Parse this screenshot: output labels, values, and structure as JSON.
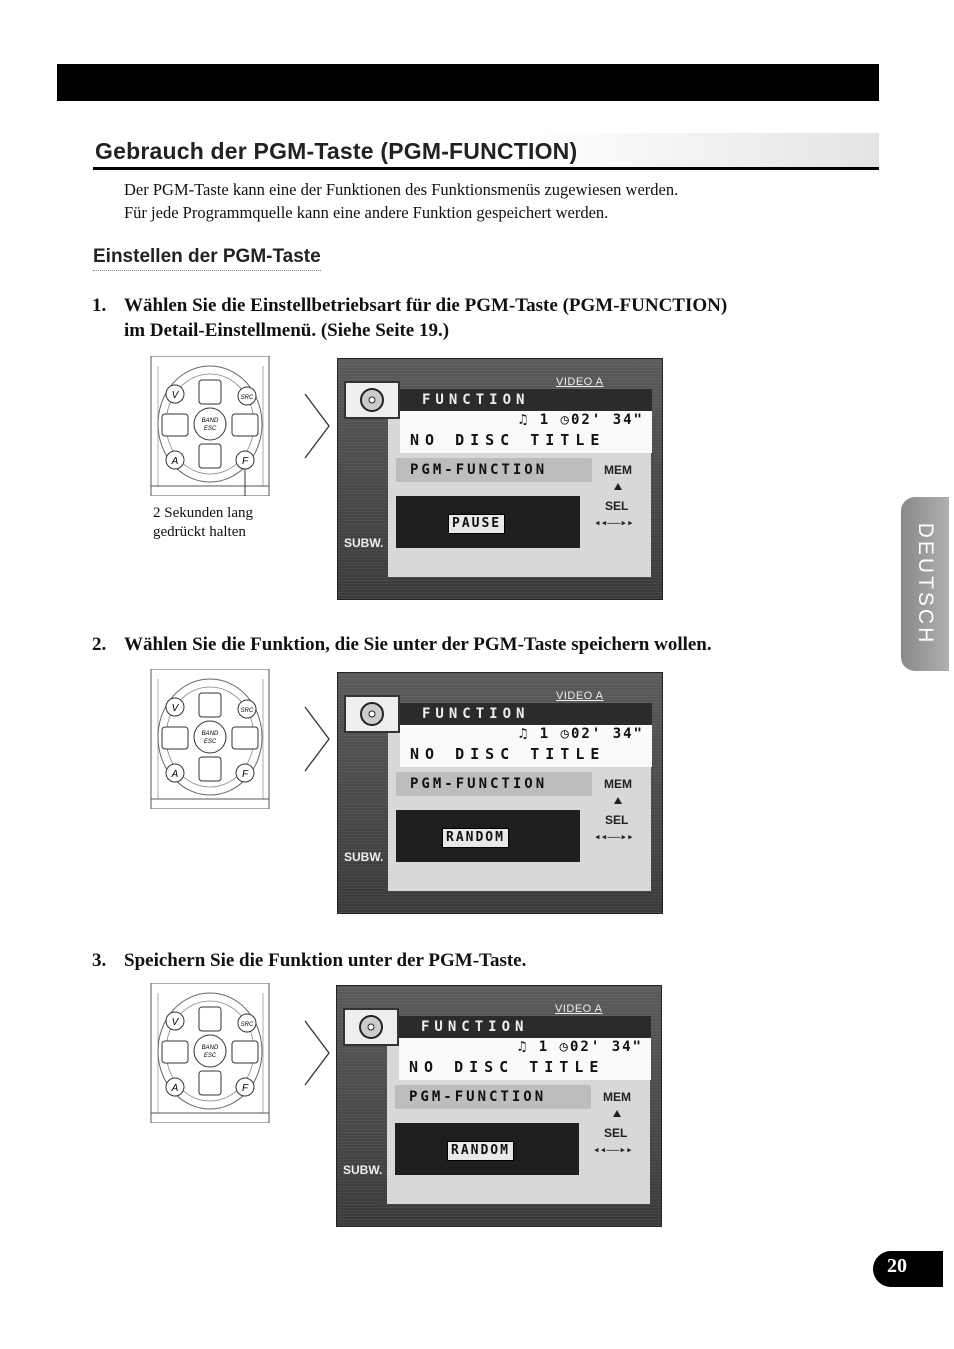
{
  "heading": "Gebrauch der PGM-Taste (PGM-FUNCTION)",
  "intro": [
    "Der PGM-Taste kann eine der Funktionen des Funktionsmenüs zugewiesen werden.",
    "Für jede Programmquelle kann eine andere Funktion gespeichert werden."
  ],
  "subheading": "Einstellen der PGM-Taste",
  "steps": [
    {
      "num": "1.",
      "line1": "Wählen Sie die Einstellbetriebsart für die PGM-Taste (PGM-FUNCTION)",
      "line2": "im Detail-Einstellmenü. (Siehe Seite 19.)"
    },
    {
      "num": "2.",
      "line1": "Wählen Sie die Funktion, die Sie unter der PGM-Taste speichern wollen."
    },
    {
      "num": "3.",
      "line1": "Speichern Sie die Funktion unter der PGM-Taste."
    }
  ],
  "caption": [
    "2 Sekunden lang",
    "gedrückt halten"
  ],
  "remote_labels": {
    "v": "V",
    "a": "A",
    "src": "SRC",
    "f": "F",
    "band": "BAND",
    "esc": "ESC"
  },
  "screen": {
    "source": "VIDEO A",
    "function": "FUNCTION",
    "track": "1",
    "time": "02' 34\"",
    "title": "NO DISC TITLE",
    "pgm": "PGM-FUNCTION",
    "mem": "MEM",
    "sel": "SEL",
    "subw": "SUBW."
  },
  "screens": [
    {
      "value": "PAUSE"
    },
    {
      "value": "RANDOM"
    },
    {
      "value": "RANDOM"
    }
  ],
  "side_tab": "DEUTSCH",
  "page_number": "20"
}
